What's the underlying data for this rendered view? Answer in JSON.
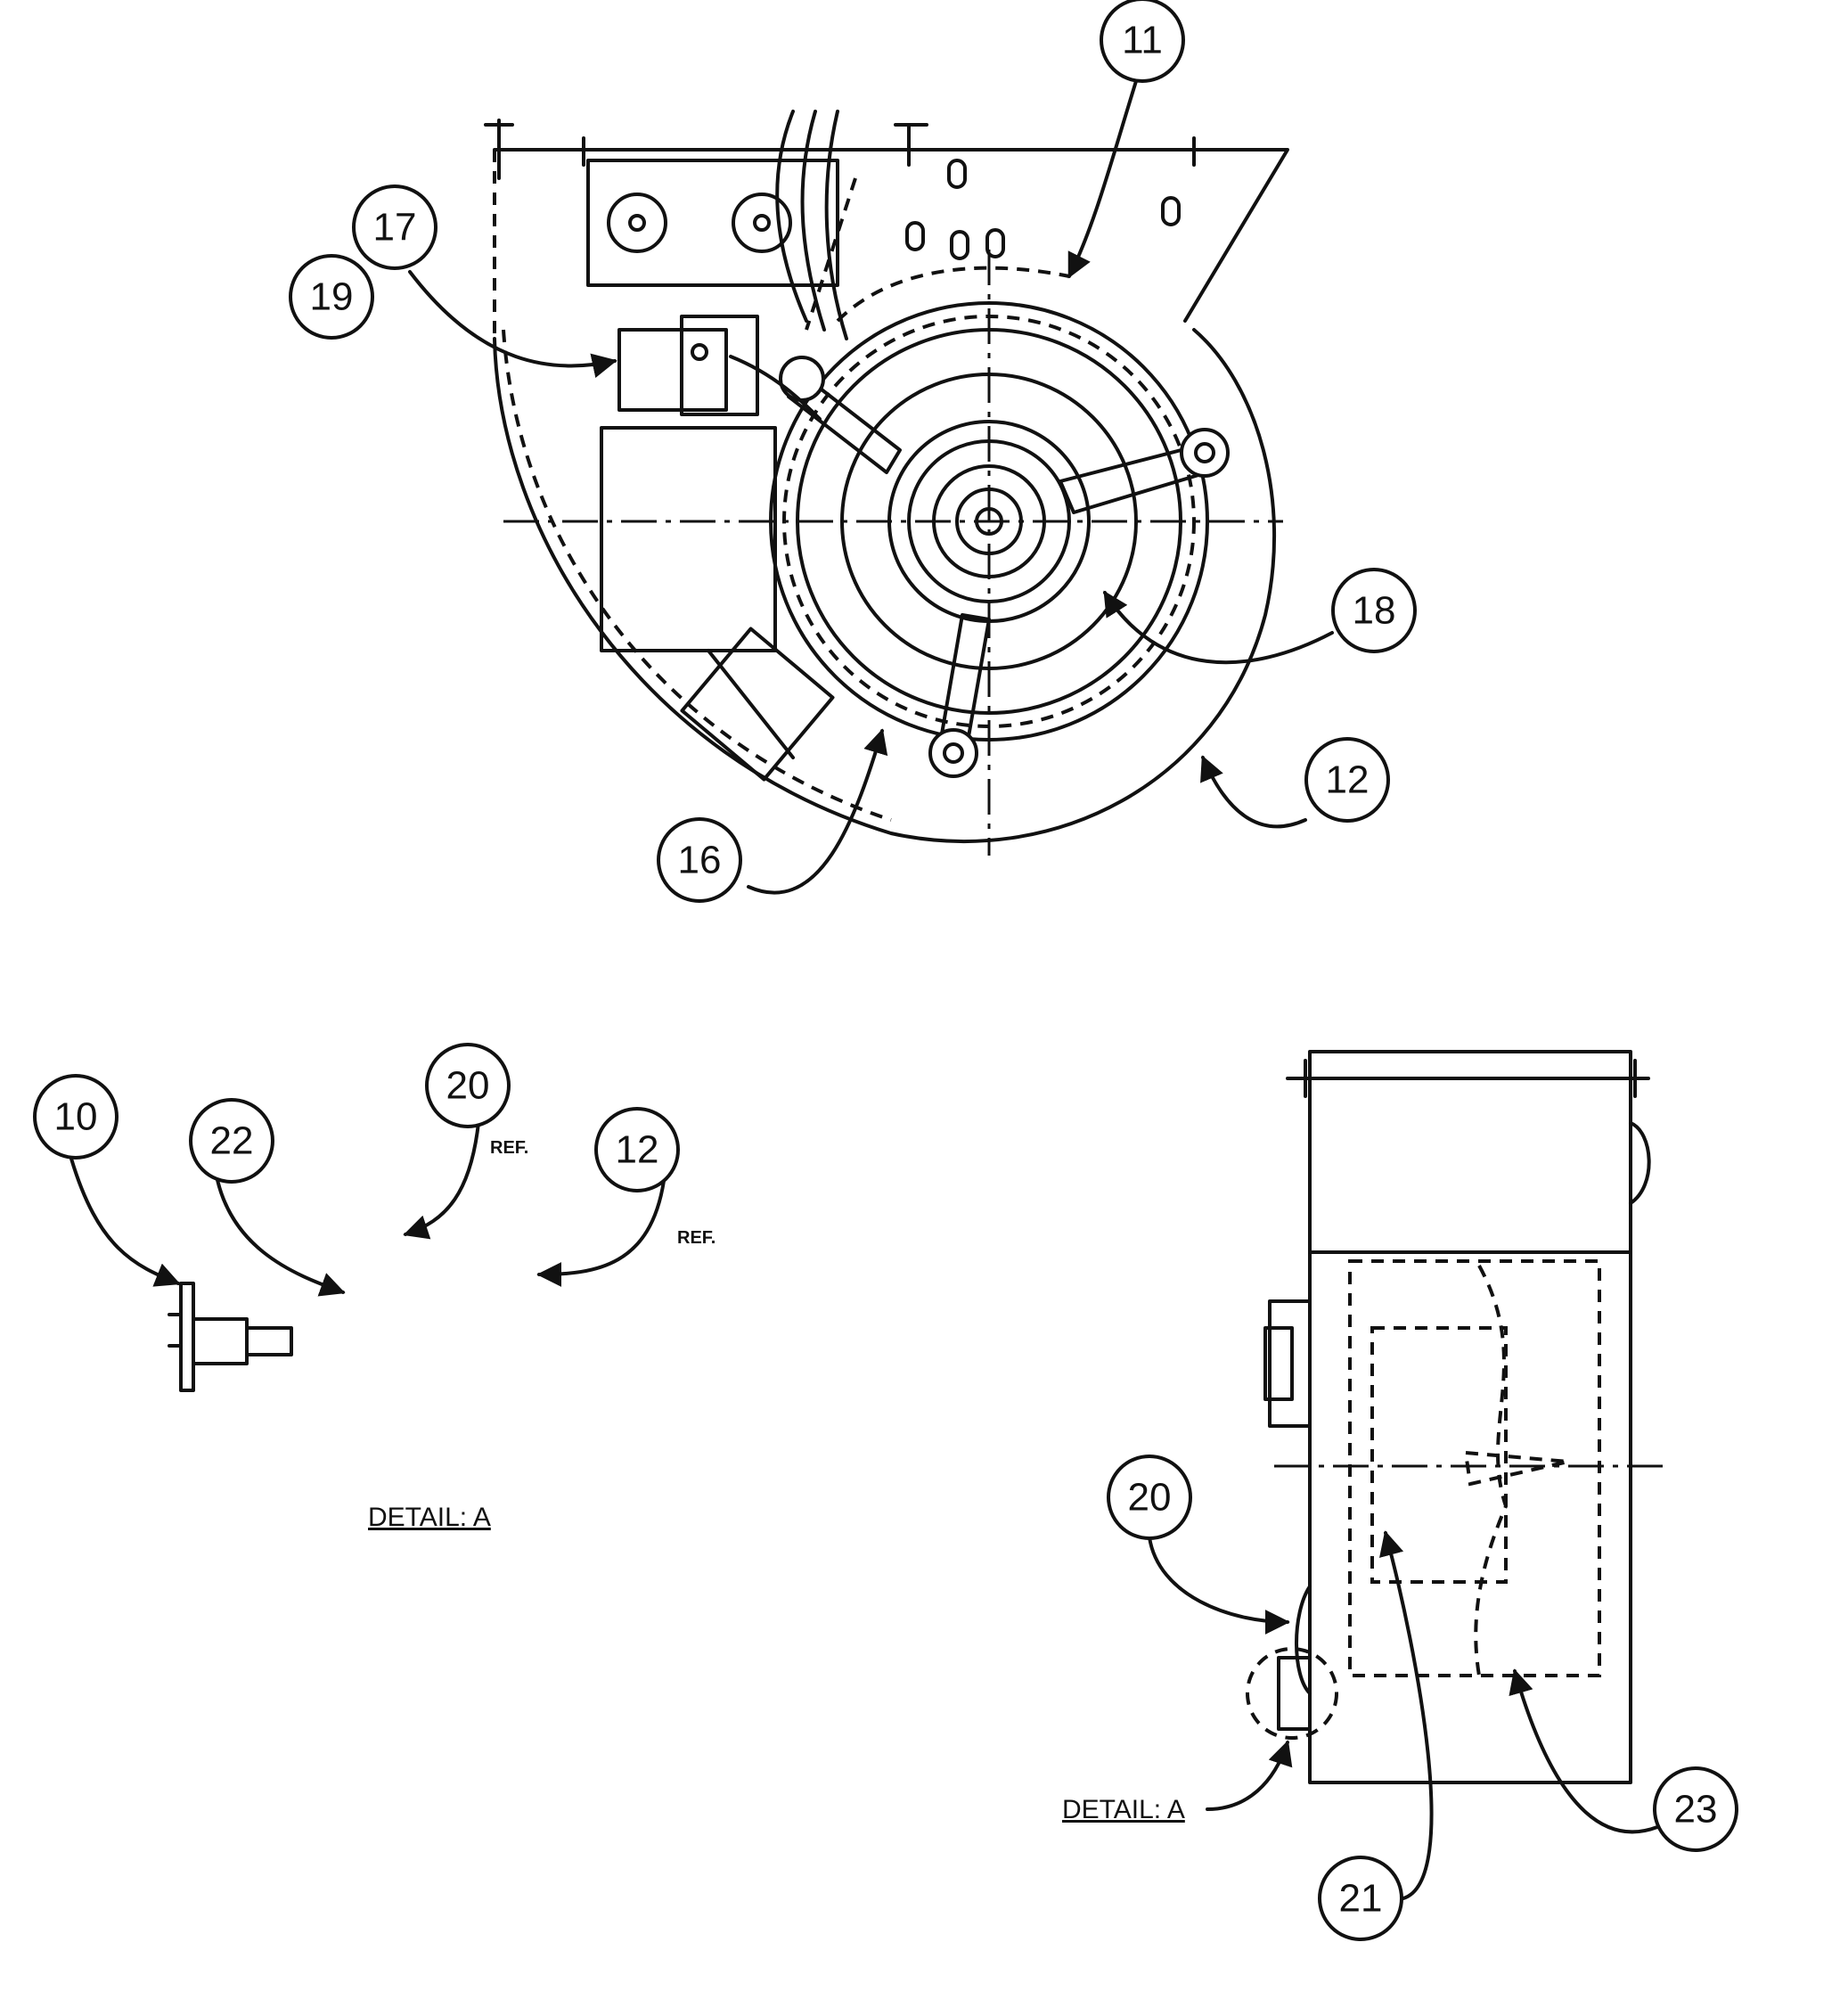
{
  "callouts": {
    "c10": "10",
    "c11": "11",
    "c12_main": "12",
    "c12_ref": "12",
    "c16": "16",
    "c17": "17",
    "c18": "18",
    "c19": "19",
    "c20_ref": "20",
    "c20_side": "20",
    "c21": "21",
    "c22": "22",
    "c23": "23"
  },
  "labels": {
    "ref_20": "REF.",
    "ref_12": "REF.",
    "detail_title": "DETAIL: A",
    "detail_pointer": "DETAIL: A"
  }
}
